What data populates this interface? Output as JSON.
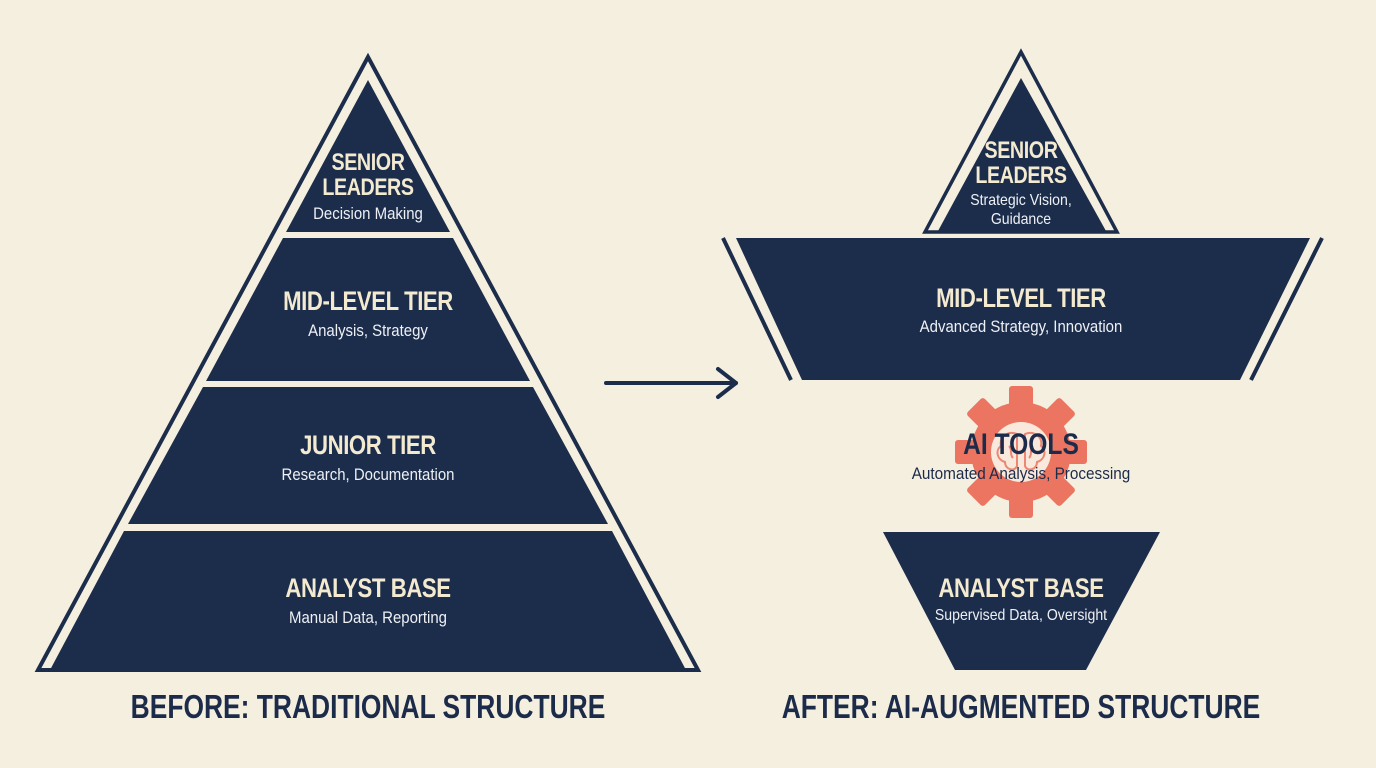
{
  "colors": {
    "background": "#f5efdf",
    "navy": "#1c2d4c",
    "cream_text": "#f3ead0",
    "gear": "#ec7561",
    "gear_inner": "#f8e9dc"
  },
  "before": {
    "caption": "BEFORE: TRADITIONAL STRUCTURE",
    "tiers": [
      {
        "title_line1": "SENIOR",
        "title_line2": "LEADERS",
        "subtitle": "Decision Making"
      },
      {
        "title": "MID-LEVEL TIER",
        "subtitle": "Analysis, Strategy"
      },
      {
        "title": "JUNIOR TIER",
        "subtitle": "Research, Documentation"
      },
      {
        "title": "ANALYST BASE",
        "subtitle": "Manual Data, Reporting"
      }
    ]
  },
  "arrow": {
    "icon": "arrow-right-icon"
  },
  "after": {
    "caption": "AFTER: AI-AUGMENTED STRUCTURE",
    "senior": {
      "title_line1": "SENIOR",
      "title_line2": "LEADERS",
      "subtitle_line1": "Strategic Vision,",
      "subtitle_line2": "Guidance"
    },
    "mid": {
      "title": "MID-LEVEL TIER",
      "subtitle": "Advanced Strategy, Innovation"
    },
    "ai_tools": {
      "title": "AI TOOLS",
      "subtitle": "Automated Analysis, Processing",
      "icon": "gear-brain-icon"
    },
    "analyst": {
      "title": "ANALYST BASE",
      "subtitle": "Supervised Data, Oversight"
    }
  }
}
